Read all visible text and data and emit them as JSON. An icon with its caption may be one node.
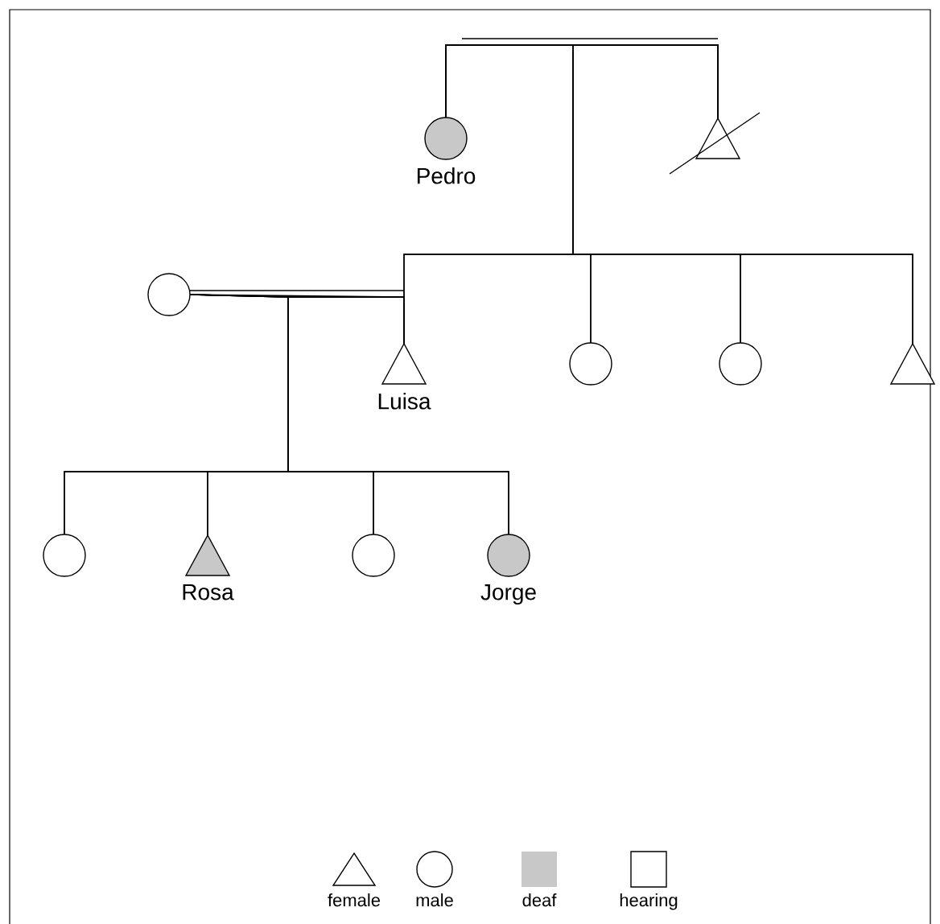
{
  "diagram": {
    "nodes": [
      {
        "text": [
          "Pedro"
        ]
      },
      {
        "text": [],
        "shape": "triangle"
      },
      {
        "text": [],
        "shape": "circle"
      },
      {
        "text": [
          "Luisa"
        ]
      },
      {
        "text": [],
        "shape": "circle"
      },
      {
        "text": [],
        "shape": "circle"
      },
      {
        "text": [],
        "shape": "triangle"
      },
      {
        "text": [],
        "shape": "circle"
      },
      {
        "text": [
          "Rosa"
        ]
      },
      {
        "text": [],
        "shape": "circle"
      },
      {
        "text": [
          "Jorge"
        ]
      }
    ],
    "edges": [
      {
        "from": 0,
        "to": 1,
        "arrow": "none"
      },
      {
        "from": 0,
        "to": 3,
        "arrow": "none"
      },
      {
        "from": 1,
        "to": 3,
        "arrow": "none"
      },
      {
        "from": 0,
        "to": 4,
        "arrow": "none"
      },
      {
        "from": 1,
        "to": 4,
        "arrow": "none"
      },
      {
        "from": 0,
        "to": 5,
        "arrow": "none"
      },
      {
        "from": 1,
        "to": 5,
        "arrow": "none"
      },
      {
        "from": 0,
        "to": 6,
        "arrow": "none"
      },
      {
        "from": 1,
        "to": 6,
        "arrow": "none"
      },
      {
        "from": 2,
        "to": 3,
        "arrow": "none"
      },
      {
        "from": 2,
        "to": 7,
        "arrow": "none"
      },
      {
        "from": 3,
        "to": 7,
        "arrow": "none"
      },
      {
        "from": 2,
        "to": 8,
        "arrow": "none"
      },
      {
        "from": 3,
        "to": 8,
        "arrow": "none"
      },
      {
        "from": 2,
        "to": 9,
        "arrow": "none"
      },
      {
        "from": 3,
        "to": 9,
        "arrow": "none"
      },
      {
        "from": 2,
        "to": 10,
        "arrow": "none"
      },
      {
        "from": 3,
        "to": 10,
        "arrow": "none"
      }
    ],
    "legend": [
      {
        "text": "female"
      },
      {
        "text": "male"
      },
      {
        "text": "deaf",
        "color": "#c8c8c8"
      },
      {
        "text": "hearing"
      }
    ]
  }
}
